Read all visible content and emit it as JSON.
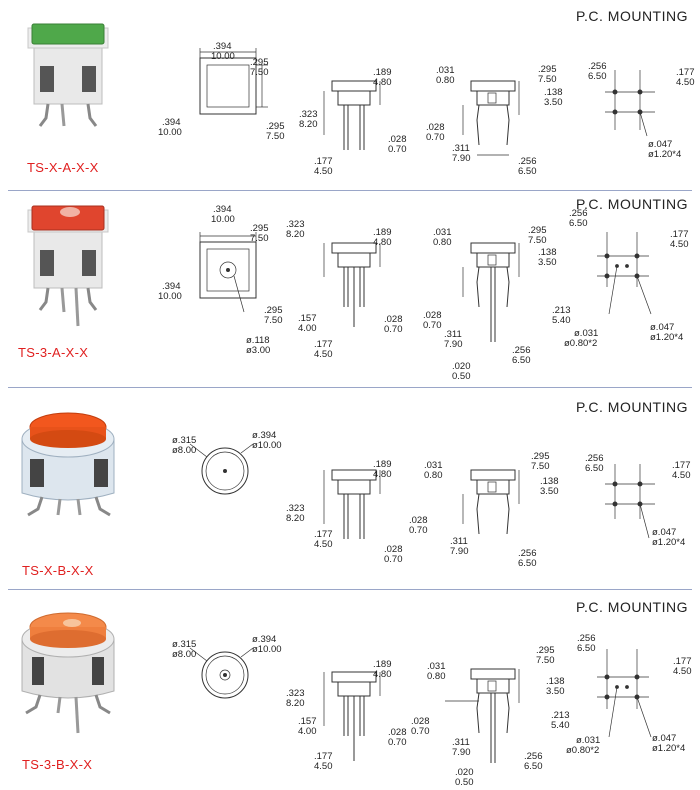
{
  "sections": [
    {
      "heading": "P.C. MOUNTING",
      "part_no": "TS-X-A-X-X",
      "cap_color": "#4fa84a",
      "labels": {
        "t1": ".394",
        "t1b": "10.00",
        "t2": ".295",
        "t2b": "7.50",
        "l1": ".394",
        "l1b": "10.00",
        "r1": ".295",
        "r1b": "7.50",
        "s1": ".189",
        "s1b": "4.80",
        "s2": ".323",
        "s2b": "8.20",
        "s3": ".028",
        "s3b": "0.70",
        "s4": ".177",
        "s4b": "4.50",
        "a1": ".031",
        "a1b": "0.80",
        "a2": ".295",
        "a2b": "7.50",
        "a3": ".138",
        "a3b": "3.50",
        "a4": ".028",
        "a4b": "0.70",
        "a5": ".311",
        "a5b": "7.90",
        "a6": ".256",
        "a6b": "6.50",
        "p1": ".256",
        "p1b": "6.50",
        "p2": ".177",
        "p2b": "4.50",
        "p3": "ø.047",
        "p3b": "ø1.20*4"
      }
    },
    {
      "heading": "P.C. MOUNTING",
      "part_no": "TS-3-A-X-X",
      "cap_color": "#e0452e",
      "labels": {
        "t1": ".394",
        "t1b": "10.00",
        "t2": ".295",
        "t2b": "7.50",
        "l1": ".394",
        "l1b": "10.00",
        "r1": ".295",
        "r1b": "7.50",
        "c1": "ø.118",
        "c1b": "ø3.00",
        "s0": ".323",
        "s0b": "8.20",
        "s1": ".189",
        "s1b": "4.80",
        "s2": ".157",
        "s2b": "4.00",
        "s3": ".028",
        "s3b": "0.70",
        "s4": ".177",
        "s4b": "4.50",
        "a1": ".031",
        "a1b": "0.80",
        "a2": ".295",
        "a2b": "7.50",
        "a3": ".138",
        "a3b": "3.50",
        "a4": ".028",
        "a4b": "0.70",
        "a5": ".311",
        "a5b": "7.90",
        "a6": ".256",
        "a6b": "6.50",
        "a7": ".020",
        "a7b": "0.50",
        "p1": ".256",
        "p1b": "6.50",
        "p2": ".177",
        "p2b": "4.50",
        "p4": ".213",
        "p4b": "5.40",
        "p5": "ø.031",
        "p5b": "ø0.80*2",
        "p3": "ø.047",
        "p3b": "ø1.20*4"
      }
    },
    {
      "heading": "P.C. MOUNTING",
      "part_no": "TS-X-B-X-X",
      "cap_color": "#f2571e",
      "labels": {
        "c1": "ø.315",
        "c1b": "ø8.00",
        "c2": "ø.394",
        "c2b": "ø10.00",
        "s1": ".189",
        "s1b": "4.80",
        "s2": ".323",
        "s2b": "8.20",
        "s3": ".028",
        "s3b": "0.70",
        "s4": ".177",
        "s4b": "4.50",
        "a1": ".031",
        "a1b": "0.80",
        "a2": ".295",
        "a2b": "7.50",
        "a3": ".138",
        "a3b": "3.50",
        "a4": ".028",
        "a4b": "0.70",
        "a5": ".311",
        "a5b": "7.90",
        "a6": ".256",
        "a6b": "6.50",
        "p1": ".256",
        "p1b": "6.50",
        "p2": ".177",
        "p2b": "4.50",
        "p3": "ø.047",
        "p3b": "ø1.20*4"
      }
    },
    {
      "heading": "P.C. MOUNTING",
      "part_no": "TS-3-B-X-X",
      "cap_color": "#f48a4a",
      "labels": {
        "c1": "ø.315",
        "c1b": "ø8.00",
        "c2": "ø.394",
        "c2b": "ø10.00",
        "s1": ".189",
        "s1b": "4.80",
        "s2": ".323",
        "s2b": "8.20",
        "s5": ".157",
        "s5b": "4.00",
        "s3": ".028",
        "s3b": "0.70",
        "s4": ".177",
        "s4b": "4.50",
        "a1": ".031",
        "a1b": "0.80",
        "a2": ".295",
        "a2b": "7.50",
        "a3": ".138",
        "a3b": "3.50",
        "a4": ".028",
        "a4b": "0.70",
        "a5": ".311",
        "a5b": "7.90",
        "a6": ".256",
        "a6b": "6.50",
        "a7": ".020",
        "a7b": "0.50",
        "p1": ".256",
        "p1b": "6.50",
        "p2": ".177",
        "p2b": "4.50",
        "p4": ".213",
        "p4b": "5.40",
        "p5": "ø.031",
        "p5b": "ø0.80*2",
        "p3": "ø.047",
        "p3b": "ø1.20*4"
      }
    }
  ]
}
